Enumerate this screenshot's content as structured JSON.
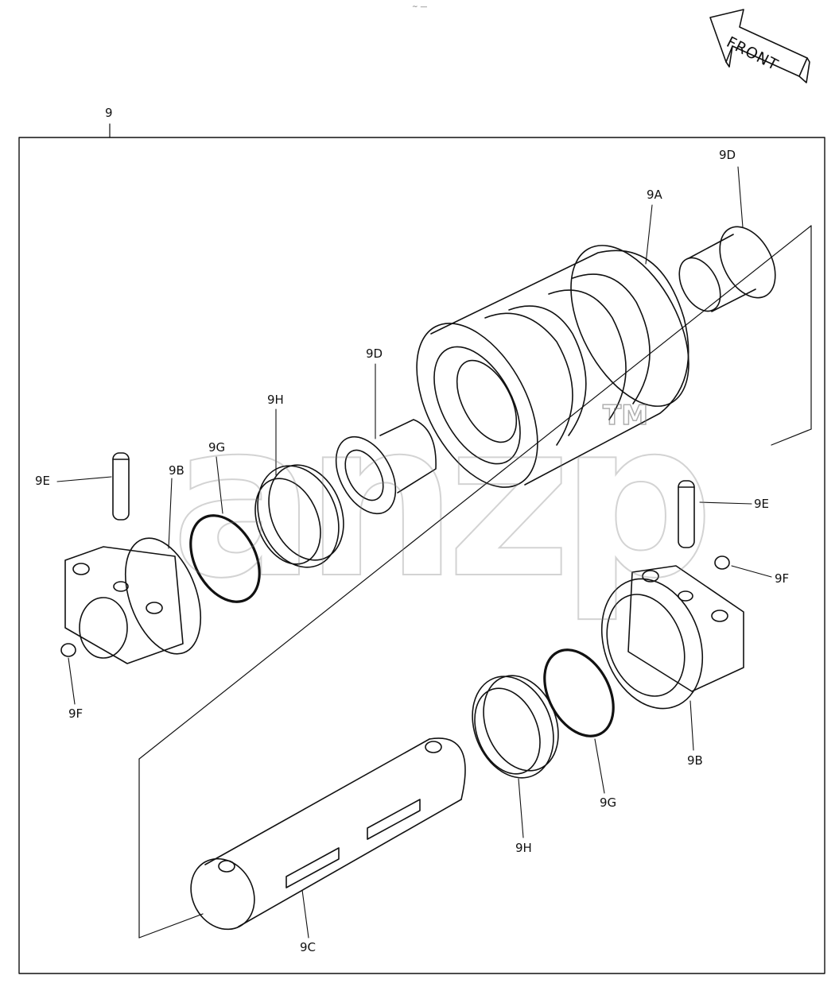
{
  "diagram": {
    "top_mark": "~ —",
    "front_arrow_text": "FRONT",
    "assembly_label": "9",
    "watermark": {
      "text": "anzp",
      "tm": "TM"
    },
    "labels": {
      "9A": "9A",
      "9D_top": "9D",
      "9D_mid": "9D",
      "9H_top": "9H",
      "9G_top": "9G",
      "9B_left": "9B",
      "9E_left": "9E",
      "9F_left": "9F",
      "9E_right": "9E",
      "9F_right": "9F",
      "9B_right": "9B",
      "9G_bottom": "9G",
      "9H_bottom": "9H",
      "9C": "9C"
    },
    "colors": {
      "line": "#111111",
      "watermark": "#8a8a8a",
      "background": "#ffffff"
    }
  }
}
